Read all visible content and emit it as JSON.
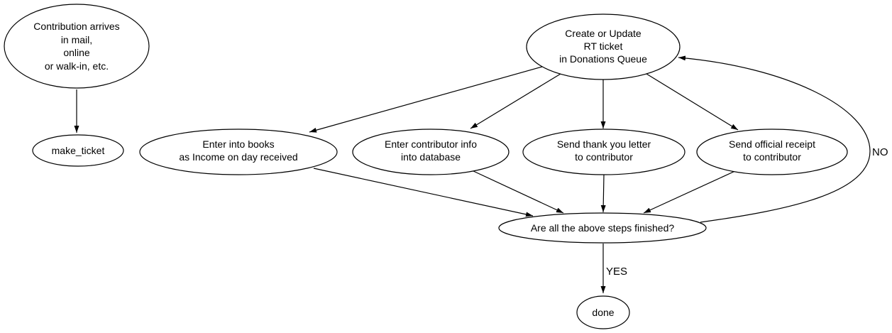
{
  "diagram": {
    "type": "flowchart",
    "colors": {
      "background": "#ffffff",
      "stroke": "#000000",
      "text": "#000000"
    },
    "nodes": {
      "contribution": {
        "lines": [
          "Contribution arrives",
          "in mail,",
          "online",
          "or walk-in, etc."
        ]
      },
      "make_ticket": {
        "lines": [
          "make_ticket"
        ]
      },
      "create_ticket": {
        "lines": [
          "Create or Update",
          "RT ticket",
          "in Donations Queue"
        ]
      },
      "enter_books": {
        "lines": [
          "Enter into books",
          "as Income on day received"
        ]
      },
      "enter_db": {
        "lines": [
          "Enter contributor info",
          "into database"
        ]
      },
      "thank_you": {
        "lines": [
          "Send thank you letter",
          "to contributor"
        ]
      },
      "receipt": {
        "lines": [
          "Send official receipt",
          "to contributor"
        ]
      },
      "finished": {
        "lines": [
          "Are all the above steps finished?"
        ]
      },
      "done": {
        "lines": [
          "done"
        ]
      }
    },
    "edge_labels": {
      "yes": "YES",
      "no": "NO"
    }
  }
}
